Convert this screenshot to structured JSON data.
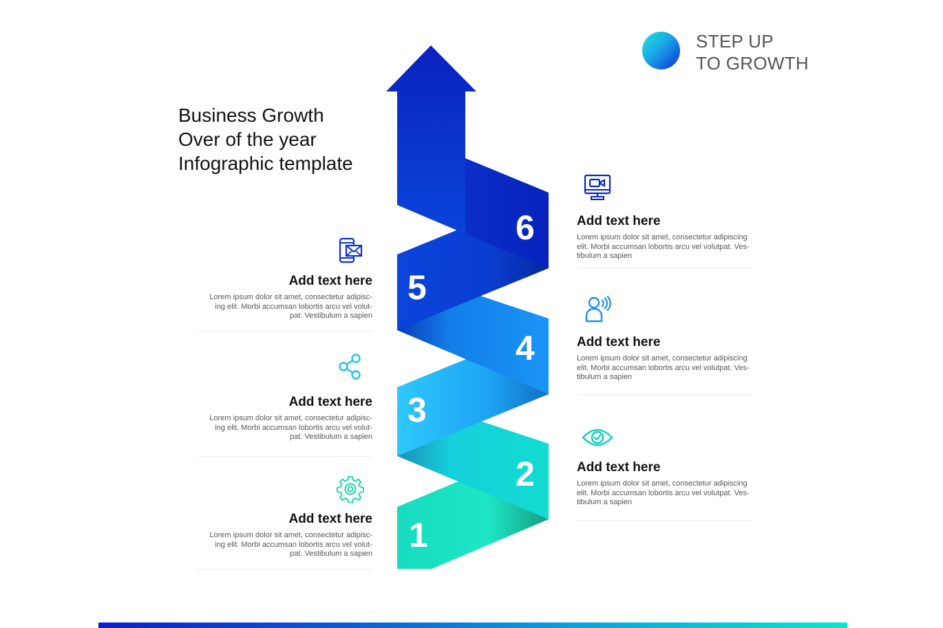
{
  "brand": {
    "line1": "STEP UP",
    "line2": "TO GROWTH",
    "dot_gradient": [
      "#1fe7d8",
      "#0a2fd6"
    ]
  },
  "title": {
    "line1": "Business Growth",
    "line2": "Over of the year",
    "line3": "Infographic template"
  },
  "steps": [
    {
      "number": "1",
      "side": "left",
      "icon": "gear-icon",
      "color": "#14d9b8",
      "heading": "Add text here",
      "body_lines": [
        "Lorem ipsum dolor sit amet, consectetur adipisc-",
        "ing elit. Morbi accumsan lobortis arcu vel volut-",
        "pat. Vestibulum a sapien"
      ]
    },
    {
      "number": "2",
      "side": "right",
      "icon": "eye-check-icon",
      "color": "#14d2c0",
      "heading": "Add text here",
      "body_lines": [
        "Lorem ipsum dolor sit amet, consectetur adipiscing",
        "elit. Morbi accumsan lobortis arcu vel volutpat. Ves-",
        "tibulum a sapien"
      ]
    },
    {
      "number": "3",
      "side": "left",
      "icon": "share-icon",
      "color": "#23c2ee",
      "heading": "Add text here",
      "body_lines": [
        "Lorem ipsum dolor sit amet, consectetur adipisc-",
        "ing elit. Morbi accumsan lobortis arcu vel volut-",
        "pat. Vestibulum a sapien"
      ]
    },
    {
      "number": "4",
      "side": "right",
      "icon": "person-voice-icon",
      "color": "#1a8ff0",
      "heading": "Add text here",
      "body_lines": [
        "Lorem ipsum dolor sit amet, consectetur adipiscing",
        "elit. Morbi accumsan lobortis arcu vel volutpat. Ves-",
        "tibulum a sapien"
      ]
    },
    {
      "number": "5",
      "side": "left",
      "icon": "mobile-mail-icon",
      "color": "#0a3ad6",
      "heading": "Add text here",
      "body_lines": [
        "Lorem ipsum dolor sit amet, consectetur adipisc-",
        "ing elit. Morbi accumsan lobortis arcu vel volut-",
        "pat. Vestibulum a sapien"
      ]
    },
    {
      "number": "6",
      "side": "right",
      "icon": "monitor-video-icon",
      "color": "#0a22c4",
      "heading": "Add text here",
      "body_lines": [
        "Lorem ipsum dolor sit amet, consectetur adipiscing",
        "elit. Morbi accumsan lobortis arcu vel volutpat. Ves-",
        "tibulum a sapien"
      ]
    }
  ],
  "colors": {
    "band1": "#17dfbe",
    "band2": "#16d6d4",
    "band3": "#27b6f5",
    "band4": "#1a82ee",
    "band5": "#0a40d8",
    "band6": "#0824c4",
    "arrow": "#0a2fcf",
    "bottom_bar": [
      "#0a1fcf",
      "#05e7d4"
    ]
  }
}
